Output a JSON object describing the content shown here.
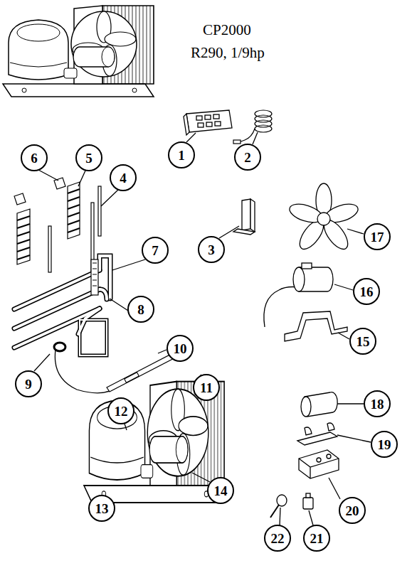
{
  "diagram": {
    "title": "CP2000",
    "nodes": [
      {
        "text": [
          "1"
        ]
      },
      {
        "text": [
          "2"
        ]
      },
      {
        "text": [
          "3"
        ]
      },
      {
        "text": [
          "4"
        ]
      },
      {
        "text": [
          "5"
        ]
      },
      {
        "text": [
          "6"
        ]
      },
      {
        "text": [
          "7"
        ]
      },
      {
        "text": [
          "8"
        ]
      },
      {
        "text": [
          "9"
        ]
      },
      {
        "text": [
          "10"
        ]
      },
      {
        "text": [
          "11"
        ]
      },
      {
        "text": [
          "12"
        ]
      },
      {
        "text": [
          "13"
        ]
      },
      {
        "text": [
          "14"
        ]
      },
      {
        "text": [
          "15"
        ]
      },
      {
        "text": [
          "16"
        ]
      },
      {
        "text": [
          "17"
        ]
      },
      {
        "text": [
          "18"
        ]
      },
      {
        "text": [
          "19"
        ]
      },
      {
        "text": [
          "20"
        ]
      },
      {
        "text": [
          "21"
        ]
      },
      {
        "text": [
          "22"
        ]
      }
    ],
    "edges": [],
    "labels": [
      "R290, 1/9hp"
    ]
  }
}
